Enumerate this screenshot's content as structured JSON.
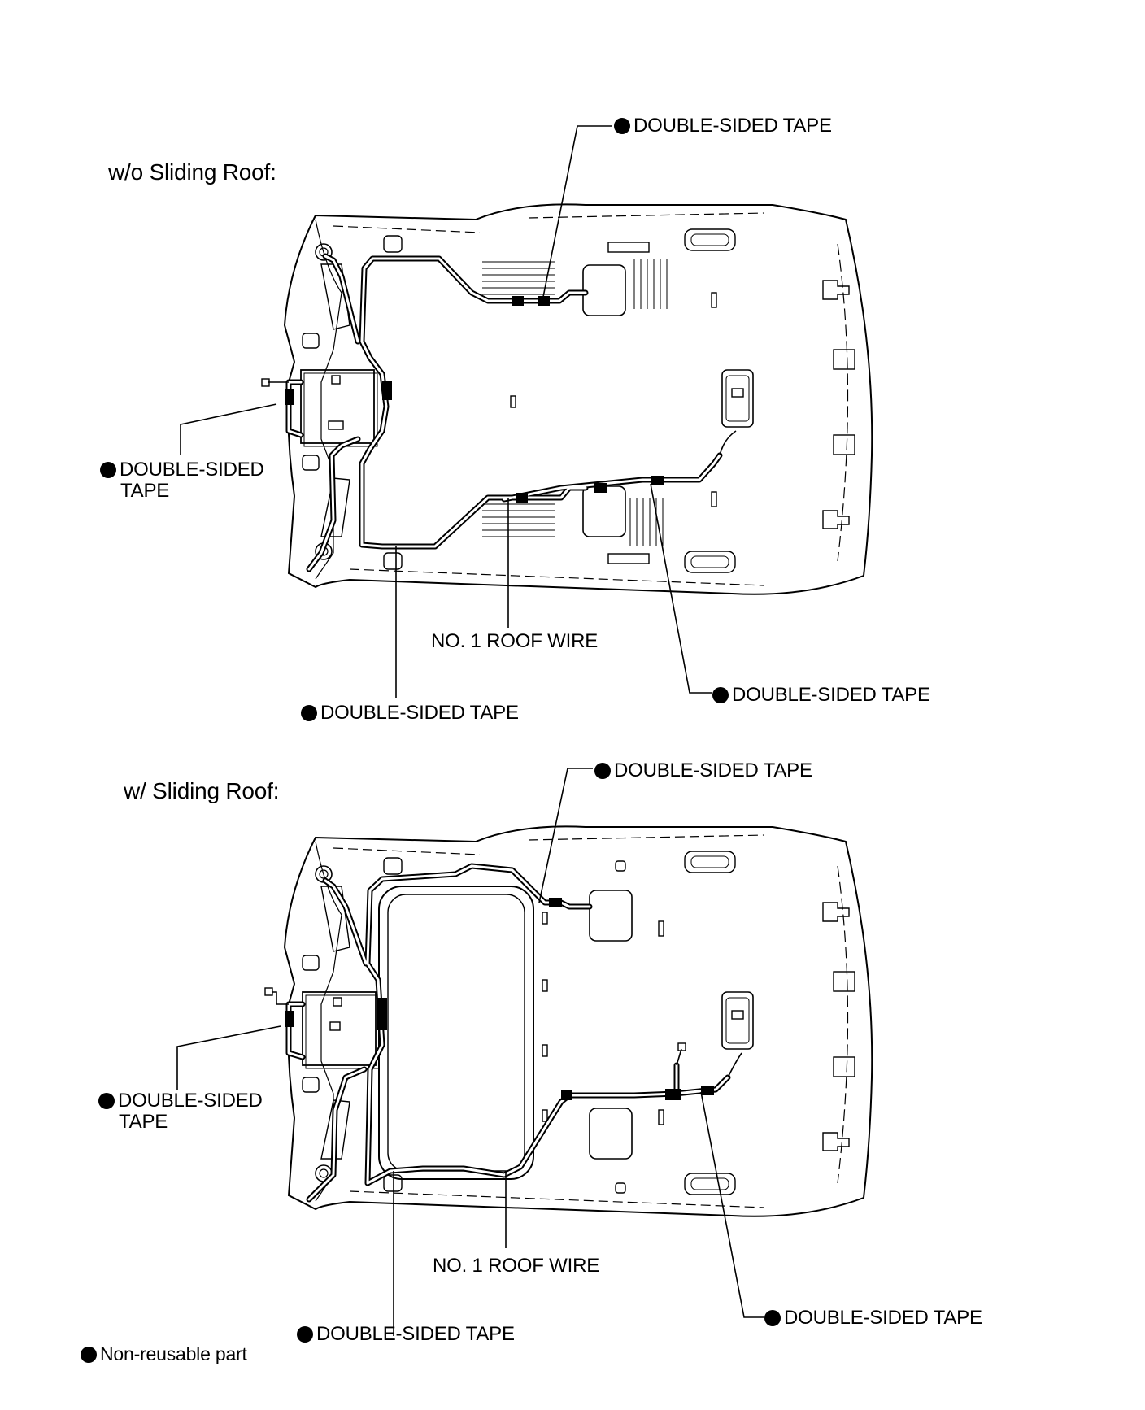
{
  "panels": [
    {
      "title": "w/o Sliding Roof:",
      "labels": {
        "top": "DOUBLE-SIDED TAPE",
        "left_line1": "DOUBLE-SIDED",
        "left_line2": "TAPE",
        "wire": "NO. 1 ROOF WIRE",
        "bottom": "DOUBLE-SIDED TAPE",
        "right": "DOUBLE-SIDED TAPE"
      }
    },
    {
      "title": "w/ Sliding Roof:",
      "labels": {
        "top": "DOUBLE-SIDED TAPE",
        "left_line1": "DOUBLE-SIDED",
        "left_line2": "TAPE",
        "wire": "NO. 1 ROOF WIRE",
        "bottom": "DOUBLE-SIDED TAPE",
        "right": "DOUBLE-SIDED TAPE"
      }
    }
  ],
  "legend": {
    "text": "Non-reusable part",
    "marker": "filled-circle-icon"
  }
}
